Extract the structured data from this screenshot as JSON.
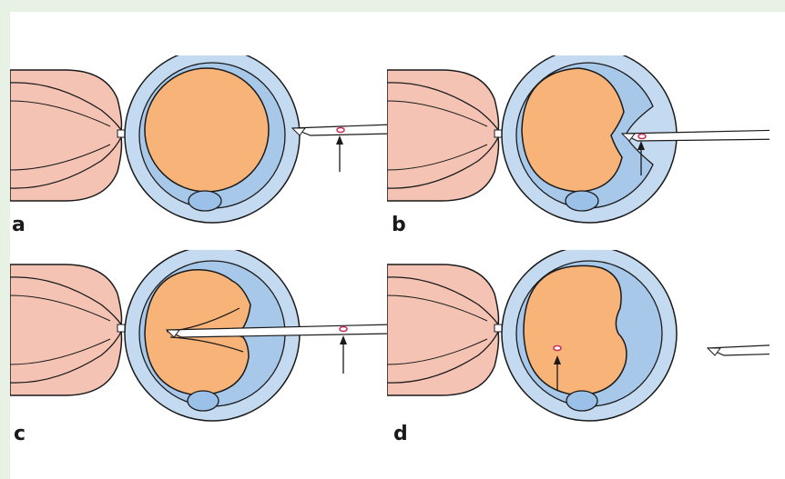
{
  "panels": [
    {
      "id": "a",
      "label": "a",
      "stage": "pipette-outside-with-sperm"
    },
    {
      "id": "b",
      "label": "b",
      "stage": "pipette-indenting-zona"
    },
    {
      "id": "c",
      "label": "c",
      "stage": "pipette-inside-ooplasm"
    },
    {
      "id": "d",
      "label": "d",
      "stage": "sperm-deposited-pipette-withdrawn"
    }
  ],
  "colors": {
    "background": "#e8f2e4",
    "holding_pipette": "#f4c3b3",
    "holding_pipette_dark": "#e89a8a",
    "zona_pellucida": "#c4daf0",
    "perivitelline": "#a8c8ea",
    "ooplasm": "#f7b378",
    "polar_body": "#9cc1e8",
    "outline": "#1a1a1a",
    "sperm": "#c8325a"
  }
}
